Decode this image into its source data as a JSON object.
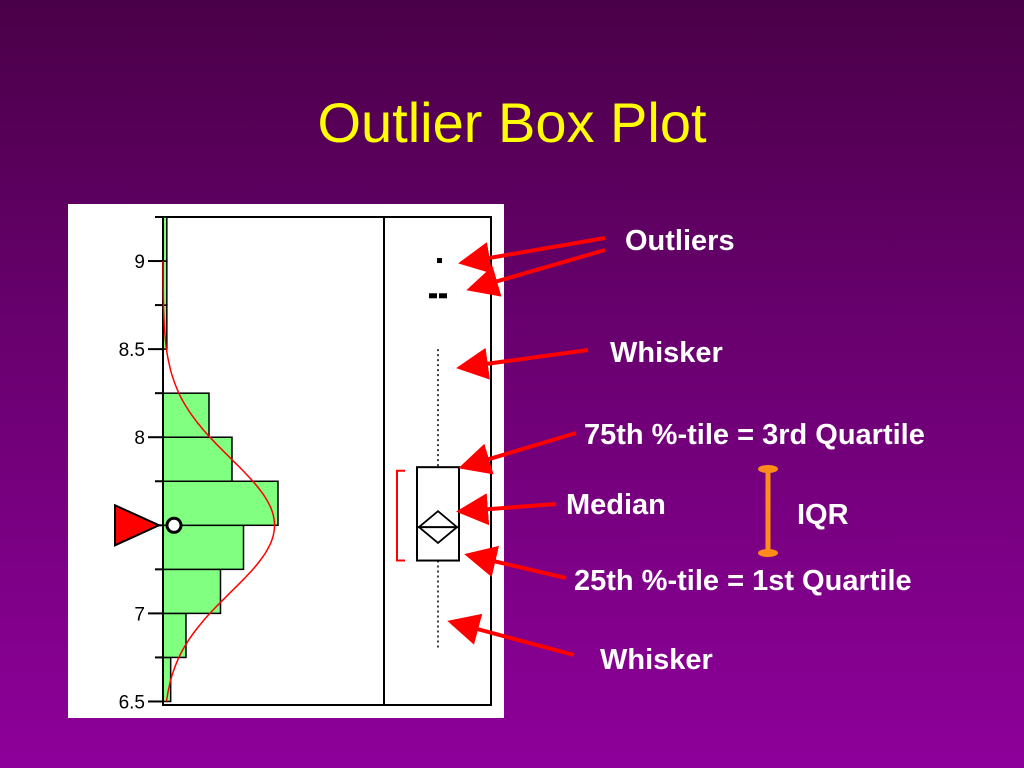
{
  "title": "Outlier Box Plot",
  "colors": {
    "title": "#ffff00",
    "callout_text": "#ffffff",
    "arrow": "#ff0000",
    "iqr_bracket": "#ff8c1a",
    "histogram_fill": "#80ff80",
    "density_curve": "#ff0000",
    "mean_marker": "#ff0000"
  },
  "callouts": {
    "outliers": "Outliers",
    "whisker_top": "Whisker",
    "q3": "75th %-tile = 3rd Quartile",
    "median": "Median",
    "iqr": "IQR",
    "q1": "25th %-tile = 1st Quartile",
    "whisker_bottom": "Whisker"
  },
  "chart_data": {
    "type": "box",
    "y_axis": {
      "ticks": [
        6.5,
        7,
        7.5,
        8,
        8.5,
        9
      ],
      "range": [
        6.48,
        9.25
      ]
    },
    "histogram": [
      {
        "from": 6.5,
        "to": 6.75,
        "count": 2
      },
      {
        "from": 6.75,
        "to": 7.0,
        "count": 6
      },
      {
        "from": 7.0,
        "to": 7.25,
        "count": 15
      },
      {
        "from": 7.25,
        "to": 7.5,
        "count": 21
      },
      {
        "from": 7.5,
        "to": 7.75,
        "count": 30
      },
      {
        "from": 7.75,
        "to": 8.0,
        "count": 18
      },
      {
        "from": 8.0,
        "to": 8.25,
        "count": 12
      },
      {
        "from": 8.25,
        "to": 8.5,
        "count": 0
      },
      {
        "from": 8.5,
        "to": 8.75,
        "count": 1
      },
      {
        "from": 8.75,
        "to": 9.0,
        "count": 1
      },
      {
        "from": 9.0,
        "to": 9.25,
        "count": 1
      }
    ],
    "histogram_max_count": 30,
    "mean": 7.5,
    "box": {
      "q1": 7.3,
      "median": 7.49,
      "q3": 7.83,
      "whisker_low": 6.79,
      "whisker_high": 8.5
    },
    "notch": {
      "low": 7.4,
      "high": 7.58
    },
    "shortest_half": {
      "low": 7.3,
      "high": 7.81
    },
    "outliers": [
      {
        "y": 9.0,
        "n": 1
      },
      {
        "y": 8.8,
        "n": 2
      }
    ]
  }
}
